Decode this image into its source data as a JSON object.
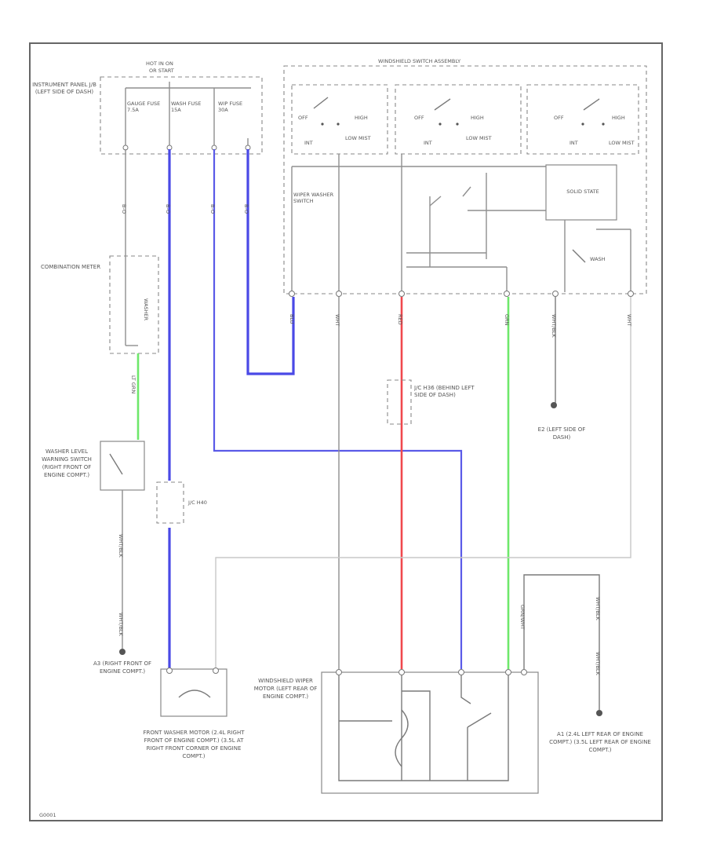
{
  "title": "",
  "labels": {
    "hot_in_on": "HOT IN ON",
    "or_start": "OR START",
    "ip_jb": "INSTRUMENT PANEL J/B (LEFT SIDE OF DASH)",
    "fuse_gauge": "GAUGE FUSE 7.5A",
    "fuse_wash": "WASH FUSE 15A",
    "fuse_wip": "WIP FUSE 30A",
    "wsa": "WINDSHIELD SWITCH ASSEMBLY",
    "off": "OFF",
    "high": "HIGH",
    "int": "INT",
    "low_mist": "LOW MIST",
    "wiper_washer_switch": "WIPER WASHER SWITCH",
    "solid_state": "SOLID STATE",
    "wash": "WASH",
    "combination_meter": "COMBINATION METER",
    "washer_level": "WASHER",
    "wlws": "WASHER LEVEL WARNING SWITCH (RIGHT FRONT OF ENGINE COMPT.)",
    "jc_h40": "J/C H40",
    "jc_h36": "J/C H36 (BEHIND LEFT SIDE OF DASH)",
    "g_e2": "E2 (LEFT SIDE OF DASH)",
    "g_a3": "A3 (RIGHT FRONT OF ENGINE COMPT.)",
    "front_washer_motor": "FRONT WASHER MOTOR (2.4L RIGHT FRONT OF ENGINE COMPT.) (3.5L AT RIGHT FRONT CORNER OF ENGINE COMPT.)",
    "wiper_motor": "WINDSHIELD WIPER MOTOR (LEFT REAR OF ENGINE COMPT.)",
    "g_a1": "A1 (2.4L LEFT REAR OF ENGINE COMPT.) (3.5L LEFT REAR OF ENGINE COMPT.)",
    "footer": "G0001"
  },
  "wires": {
    "gauge": "B-O",
    "wash": "B-O",
    "wip": "B-O",
    "wash2": "B-O",
    "pk": "BLU",
    "red": "RED",
    "grn": "GRN",
    "whb": "WHT/BLK",
    "wht": "WHT",
    "lg": "LT GRN",
    "gw": "GRN/WHT"
  },
  "colors": {
    "blue": "#4a49e6",
    "red": "#f0484d",
    "green": "#6ee86b",
    "gray": "#8f8f8f"
  }
}
